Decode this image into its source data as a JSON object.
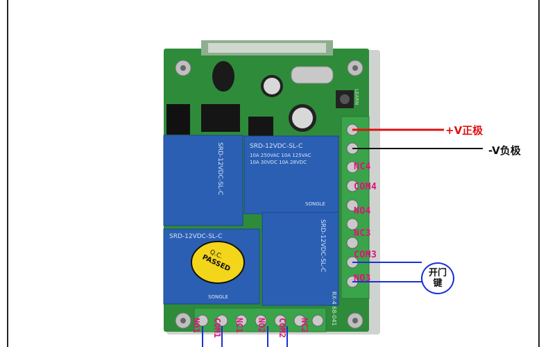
{
  "wires": {
    "positive": "+V正极",
    "negative": "-V负极",
    "positive_color": "#e01010",
    "negative_color": "#111111",
    "switch_wire_color": "#1a2fd6"
  },
  "door_button": {
    "line1": "开门",
    "line2": "键"
  },
  "right_terminals": [
    "NC4",
    "COM4",
    "NO4",
    "NC3",
    "COM3",
    "NO3"
  ],
  "bottom_terminals": [
    "NO1",
    "COM1",
    "NC1",
    "NO2",
    "COM2",
    "NC2"
  ],
  "relays": {
    "model": "SRD-12VDC-SL-C",
    "rating1": "10A 250VAC  10A 125VAC",
    "rating2": "10A 30VDC  10A 28VDC",
    "brand": "SONGLE"
  },
  "qc_sticker": {
    "line1": "Q.C.",
    "line2": "PASSED"
  },
  "board_text": {
    "learn": "LEARN",
    "code": "RX-4 68-041"
  },
  "colors": {
    "pcb": "#2e8b3a",
    "relay": "#2b5fb3",
    "terminal": "#3aa44a",
    "label": "#e0117a"
  }
}
